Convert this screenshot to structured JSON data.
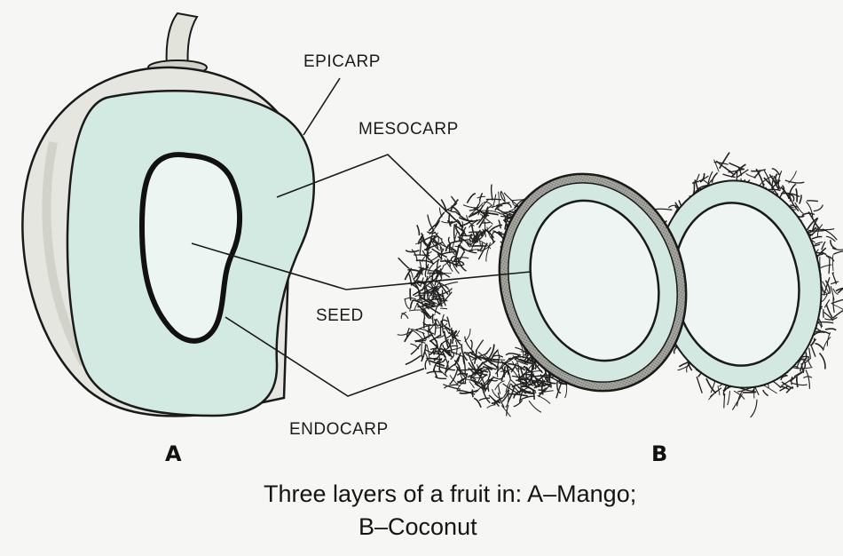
{
  "labels": {
    "epicarp": "EPICARP",
    "mesocarp": "MESOCARP",
    "seed": "SEED",
    "endocarp": "ENDOCARP"
  },
  "figures": {
    "a": "A",
    "b": "B"
  },
  "caption": {
    "line1": "Three layers of a fruit in: A–Mango;",
    "line2": "B–Coconut"
  },
  "colors": {
    "flesh": "#d4ebe5",
    "skin": "#e6e8e1",
    "skin_shade": "#c9ccc3",
    "outline": "#1a1a1a",
    "husk_fiber": "#222222",
    "shell": "#9a9a94"
  }
}
